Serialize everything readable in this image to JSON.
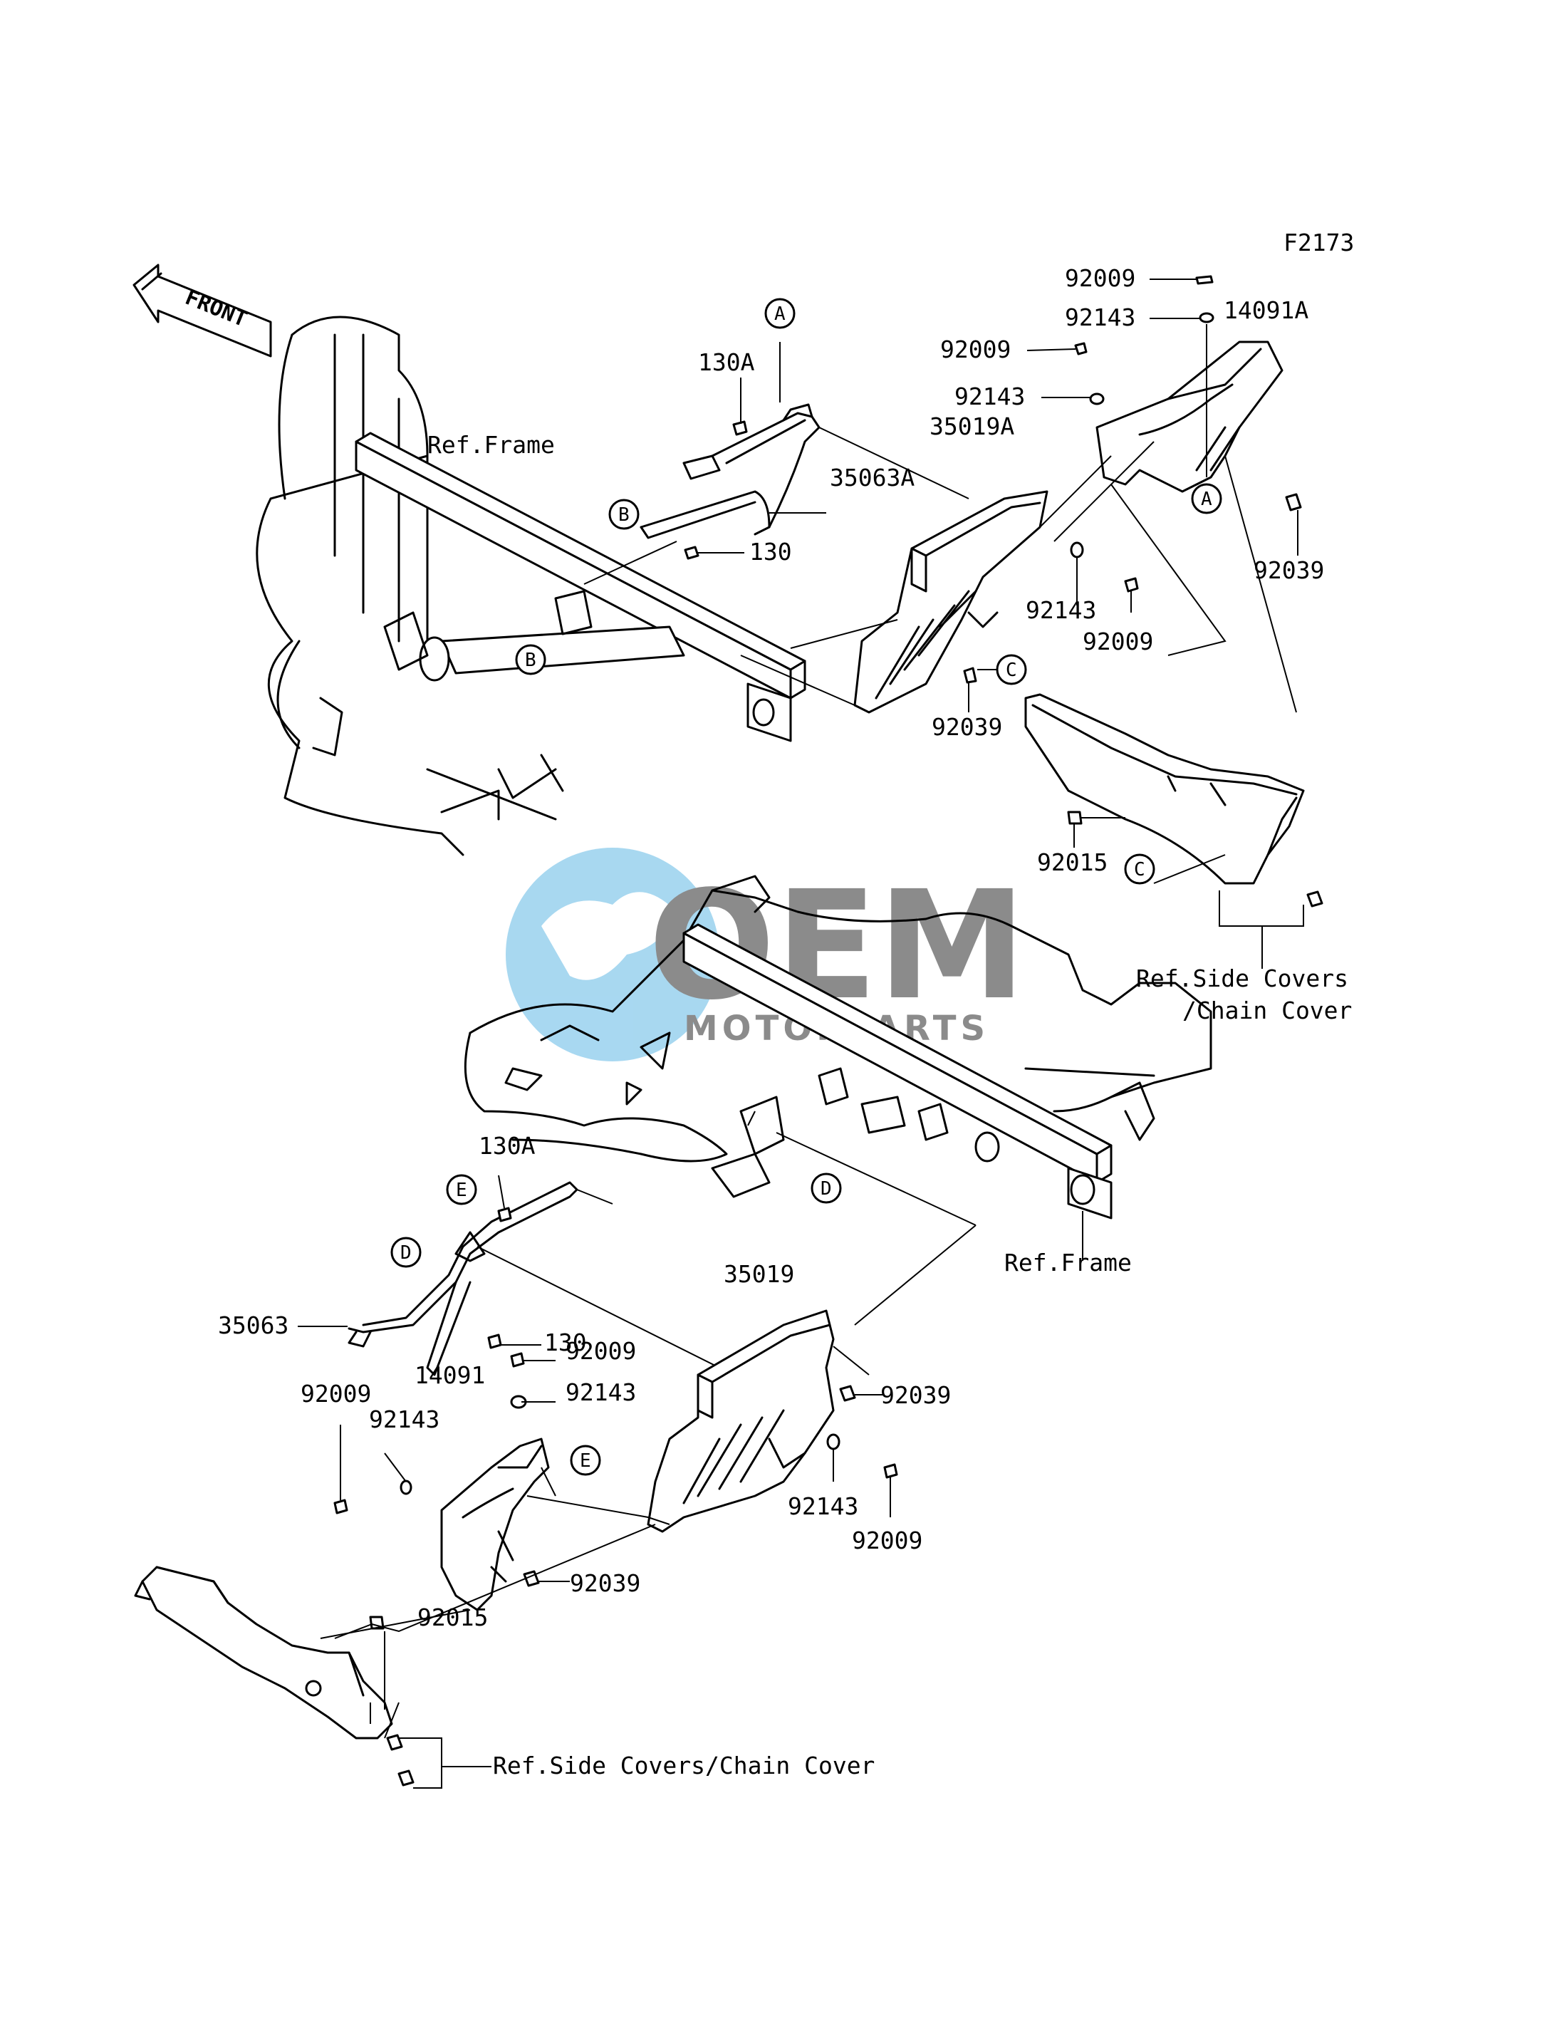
{
  "figure_code": "F2173",
  "front_arrow_label": "FRONT",
  "watermark": {
    "main": "OEM",
    "sub": "MOTORPARTS"
  },
  "callouts": [
    "A",
    "B",
    "C",
    "D",
    "E"
  ],
  "top_assembly": {
    "labels": {
      "p92009_a": "92009",
      "p92143_a": "92143",
      "p14091A": "14091A",
      "p92009_b": "92009",
      "p92143_b": "92143",
      "p130A": "130A",
      "p35019A": "35019A",
      "p35063A": "35063A",
      "ref_frame": "Ref.Frame",
      "p130": "130",
      "p92143_c": "92143",
      "p92009_c": "92009",
      "p92039_a": "92039",
      "p92039_b": "92039",
      "p92015": "92015",
      "ref_side_covers_1": "Ref.Side Covers",
      "ref_side_covers_2": "/Chain Cover"
    }
  },
  "bottom_assembly": {
    "labels": {
      "p130A": "130A",
      "ref_frame": "Ref.Frame",
      "p35019": "35019",
      "p130": "130",
      "p35063": "35063",
      "p92009_a": "92009",
      "p92143_a": "92143",
      "p14091": "14091",
      "p92039_a": "92039",
      "p92009_b": "92009",
      "p92143_b": "92143",
      "p92143_c": "92143",
      "p92009_c": "92009",
      "p92039_b": "92039",
      "p92015": "92015",
      "ref_side_covers": "Ref.Side Covers/Chain Cover"
    }
  },
  "colors": {
    "line": "#000000",
    "watermark_blue": "#3fa9df",
    "watermark_gray": "#9a9a9a"
  }
}
